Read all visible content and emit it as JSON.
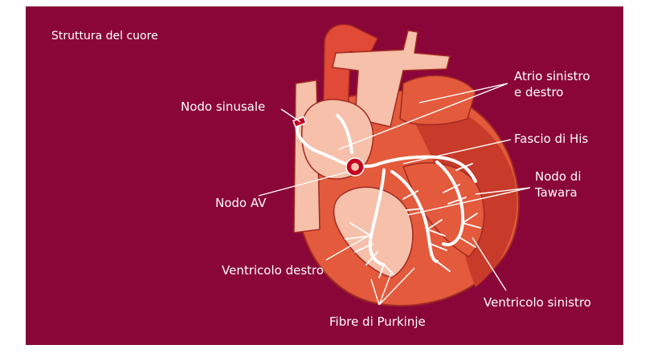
{
  "title": "Struttura del cuore",
  "labels": {
    "nodo_sinusale": "Nodo sinusale",
    "atrio_line1": "Atrio sinistro",
    "atrio_line2": "e destro",
    "fascio_his": "Fascio di His",
    "tawara_line1": "Nodo di",
    "tawara_line2": "Tawara",
    "nodo_av": "Nodo AV",
    "ventricolo_destro": "Ventricolo destro",
    "ventricolo_sinistro": "Ventricolo sinistro",
    "fibre_purkinje": "Fibre di Purkinje"
  },
  "colors": {
    "background": "#8a0638",
    "heart_outer": "#e45a3c",
    "heart_dark": "#c83a2a",
    "heart_light": "#f6c0aa",
    "vessel": "#e14a36",
    "conduction": "#ffffff",
    "node": "#c4001f"
  }
}
